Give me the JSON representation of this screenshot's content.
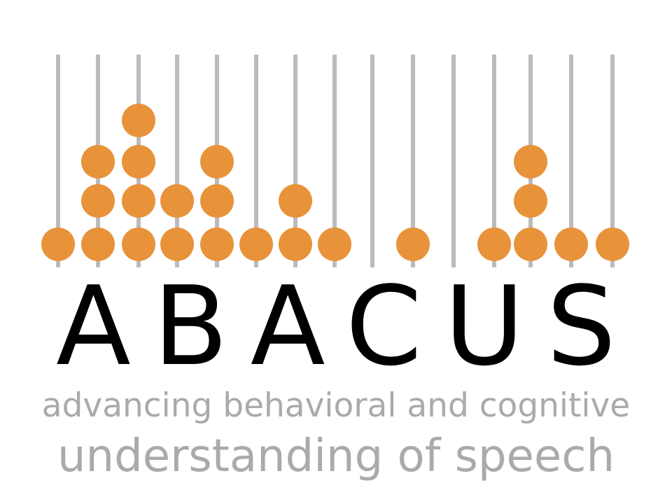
{
  "logo": {
    "title": "ABACUS",
    "tagline_line1": "advancing behavioral and cognitive",
    "tagline_line2": "understanding of speech"
  },
  "abacus": {
    "bead_counts": [
      1,
      3,
      4,
      2,
      3,
      1,
      2,
      1,
      0,
      1,
      0,
      1,
      3,
      1,
      1
    ]
  },
  "colors": {
    "bead": "#E8923A",
    "rod": "#BBBBBB",
    "title": "#000000",
    "tagline": "#AAAAAA"
  }
}
